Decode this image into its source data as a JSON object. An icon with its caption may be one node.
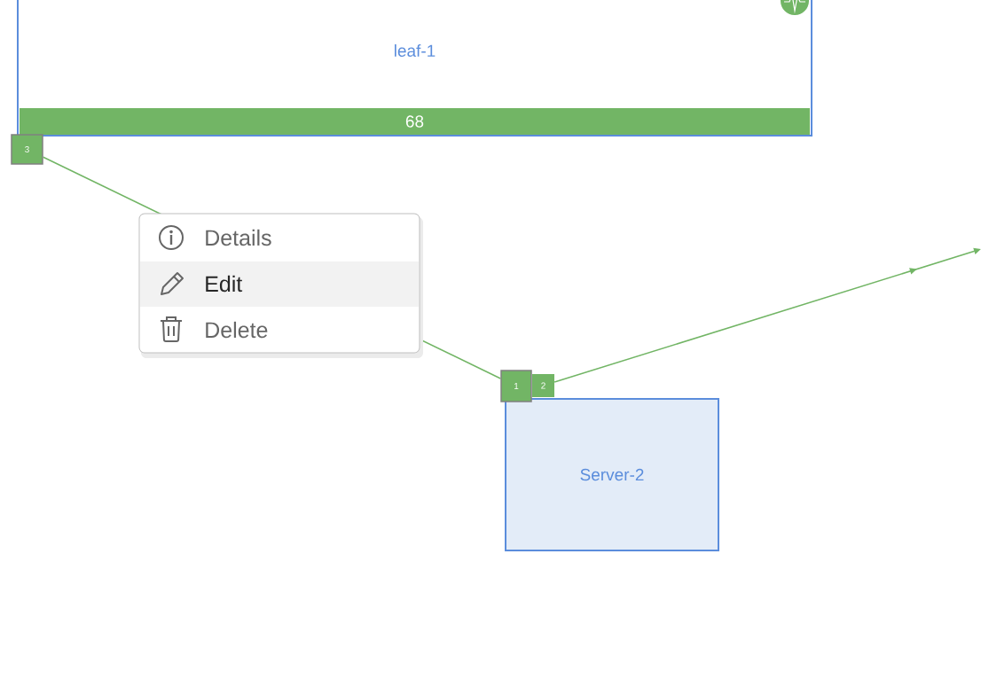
{
  "diagram": {
    "nodes": [
      {
        "text": [
          "leaf-1"
        ]
      },
      {
        "text": [
          "68"
        ],
        "in": 0
      },
      {
        "text": [
          "3"
        ]
      },
      {
        "text": [
          "Server-2"
        ]
      },
      {
        "text": [
          "1"
        ]
      },
      {
        "text": [
          "2"
        ]
      }
    ],
    "edges": [
      {
        "from": 2,
        "to": 4,
        "arrow": "none"
      },
      {
        "from": 5,
        "to": null,
        "arrow": "to"
      }
    ],
    "labels": [
      "Details",
      "Edit",
      "Delete"
    ]
  }
}
